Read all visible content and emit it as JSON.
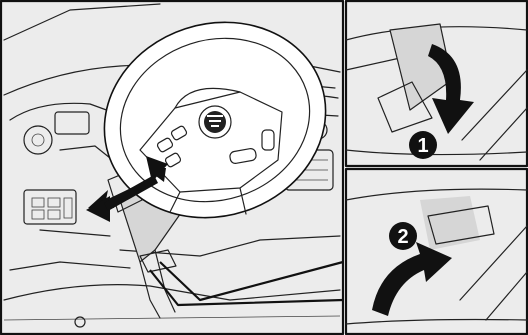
{
  "callouts": [
    {
      "id": "step-1",
      "label": "1"
    },
    {
      "id": "step-2",
      "label": "2"
    }
  ],
  "icons": [
    "steering-wheel",
    "brand-emblem",
    "release-lever",
    "adjust-arrow",
    "push-down-arrow",
    "pull-up-arrow"
  ],
  "colors": {
    "line": "#111111",
    "panel": "#ececec",
    "shade": "#d6d6d6",
    "badge": "#111111",
    "badge_text": "#ffffff"
  }
}
